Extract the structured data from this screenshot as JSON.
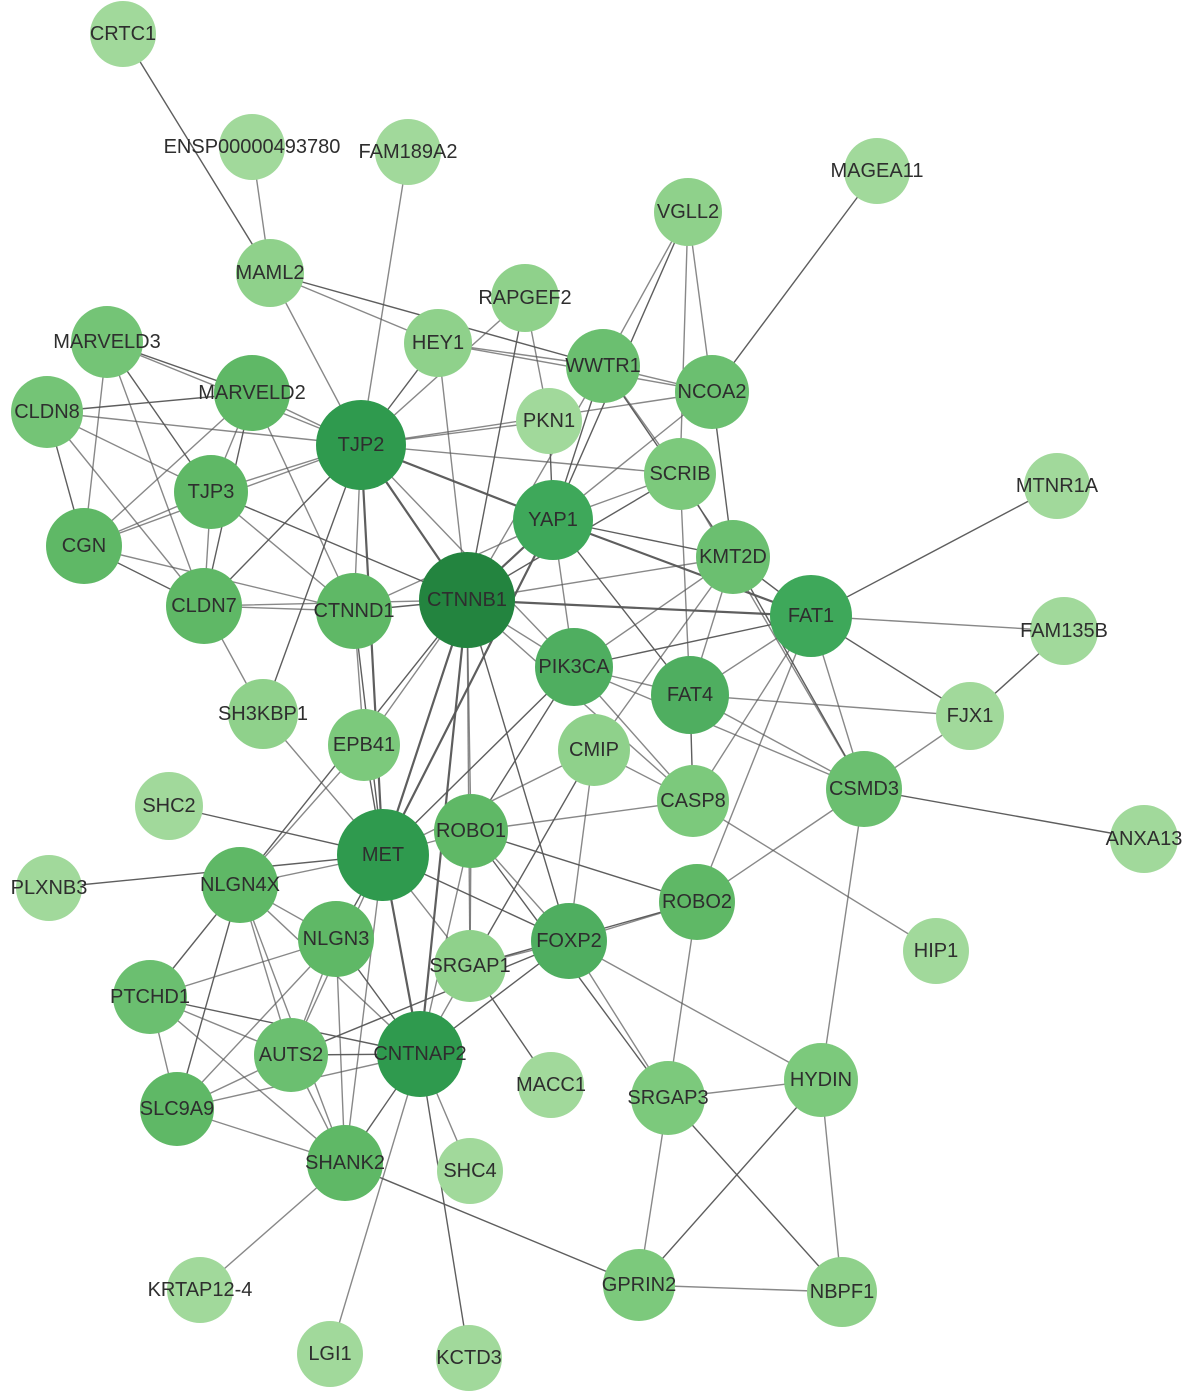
{
  "nodes": [
    {
      "id": "CRTC1",
      "label": "CRTC1",
      "color": "#a1d99b"
    },
    {
      "id": "ENSP00000493780",
      "label": "ENSP00000493780",
      "color": "#a1d99b"
    },
    {
      "id": "FAM189A2",
      "label": "FAM189A2",
      "color": "#a1d99b"
    },
    {
      "id": "MAGEA11",
      "label": "MAGEA11",
      "color": "#a1d99b"
    },
    {
      "id": "VGLL2",
      "label": "VGLL2",
      "color": "#8fd18b"
    },
    {
      "id": "MAML2",
      "label": "MAML2",
      "color": "#8fd18b"
    },
    {
      "id": "RAPGEF2",
      "label": "RAPGEF2",
      "color": "#8fd18b"
    },
    {
      "id": "MARVELD3",
      "label": "MARVELD3",
      "color": "#74c476"
    },
    {
      "id": "HEY1",
      "label": "HEY1",
      "color": "#8fd18b"
    },
    {
      "id": "WWTR1",
      "label": "WWTR1",
      "color": "#6bbf70"
    },
    {
      "id": "NCOA2",
      "label": "NCOA2",
      "color": "#6bbf70"
    },
    {
      "id": "MARVELD2",
      "label": "MARVELD2",
      "color": "#5fb866"
    },
    {
      "id": "CLDN8",
      "label": "CLDN8",
      "color": "#74c476"
    },
    {
      "id": "PKN1",
      "label": "PKN1",
      "color": "#a1d99b"
    },
    {
      "id": "TJP2",
      "label": "TJP2",
      "color": "#2f9a4e"
    },
    {
      "id": "SCRIB",
      "label": "SCRIB",
      "color": "#7cc97c"
    },
    {
      "id": "MTNR1A",
      "label": "MTNR1A",
      "color": "#a1d99b"
    },
    {
      "id": "TJP3",
      "label": "TJP3",
      "color": "#5fb866"
    },
    {
      "id": "YAP1",
      "label": "YAP1",
      "color": "#3ea85a"
    },
    {
      "id": "CGN",
      "label": "CGN",
      "color": "#5fb866"
    },
    {
      "id": "KMT2D",
      "label": "KMT2D",
      "color": "#6bbf70"
    },
    {
      "id": "CTNNB1",
      "label": "CTNNB1",
      "color": "#23843f"
    },
    {
      "id": "FAT1",
      "label": "FAT1",
      "color": "#3ea85a"
    },
    {
      "id": "FAM135B",
      "label": "FAM135B",
      "color": "#a1d99b"
    },
    {
      "id": "CLDN7",
      "label": "CLDN7",
      "color": "#5fb866"
    },
    {
      "id": "CTNND1",
      "label": "CTNND1",
      "color": "#5fb866"
    },
    {
      "id": "PIK3CA",
      "label": "PIK3CA",
      "color": "#4fae60"
    },
    {
      "id": "FAT4",
      "label": "FAT4",
      "color": "#4fae60"
    },
    {
      "id": "SH3KBP1",
      "label": "SH3KBP1",
      "color": "#8fd18b"
    },
    {
      "id": "FJX1",
      "label": "FJX1",
      "color": "#a1d99b"
    },
    {
      "id": "EPB41",
      "label": "EPB41",
      "color": "#7cc97c"
    },
    {
      "id": "CMIP",
      "label": "CMIP",
      "color": "#8fd18b"
    },
    {
      "id": "CSMD3",
      "label": "CSMD3",
      "color": "#6bbf70"
    },
    {
      "id": "SHC2",
      "label": "SHC2",
      "color": "#a1d99b"
    },
    {
      "id": "CASP8",
      "label": "CASP8",
      "color": "#7cc97c"
    },
    {
      "id": "ANXA13",
      "label": "ANXA13",
      "color": "#a1d99b"
    },
    {
      "id": "MET",
      "label": "MET",
      "color": "#2f9a4e"
    },
    {
      "id": "ROBO1",
      "label": "ROBO1",
      "color": "#5fb866"
    },
    {
      "id": "PLXNB3",
      "label": "PLXNB3",
      "color": "#a1d99b"
    },
    {
      "id": "NLGN4X",
      "label": "NLGN4X",
      "color": "#5fb866"
    },
    {
      "id": "ROBO2",
      "label": "ROBO2",
      "color": "#5fb866"
    },
    {
      "id": "FOXP2",
      "label": "FOXP2",
      "color": "#4fae60"
    },
    {
      "id": "NLGN3",
      "label": "NLGN3",
      "color": "#5fb866"
    },
    {
      "id": "SRGAP1",
      "label": "SRGAP1",
      "color": "#8fd18b"
    },
    {
      "id": "HIP1",
      "label": "HIP1",
      "color": "#a1d99b"
    },
    {
      "id": "PTCHD1",
      "label": "PTCHD1",
      "color": "#6bbf70"
    },
    {
      "id": "AUTS2",
      "label": "AUTS2",
      "color": "#6bbf70"
    },
    {
      "id": "CNTNAP2",
      "label": "CNTNAP2",
      "color": "#2f9a4e"
    },
    {
      "id": "MACC1",
      "label": "MACC1",
      "color": "#a1d99b"
    },
    {
      "id": "HYDIN",
      "label": "HYDIN",
      "color": "#7cc97c"
    },
    {
      "id": "SRGAP3",
      "label": "SRGAP3",
      "color": "#7cc97c"
    },
    {
      "id": "SLC9A9",
      "label": "SLC9A9",
      "color": "#5fb866"
    },
    {
      "id": "SHANK2",
      "label": "SHANK2",
      "color": "#5fb866"
    },
    {
      "id": "SHC4",
      "label": "SHC4",
      "color": "#a1d99b"
    },
    {
      "id": "KRTAP12-4",
      "label": "KRTAP12-4",
      "color": "#a1d99b"
    },
    {
      "id": "GPRIN2",
      "label": "GPRIN2",
      "color": "#7cc97c"
    },
    {
      "id": "NBPF1",
      "label": "NBPF1",
      "color": "#8fd18b"
    },
    {
      "id": "LGI1",
      "label": "LGI1",
      "color": "#a1d99b"
    },
    {
      "id": "KCTD3",
      "label": "KCTD3",
      "color": "#a1d99b"
    }
  ],
  "edges": [
    [
      "CRTC1",
      "MAML2"
    ],
    [
      "ENSP00000493780",
      "MAML2"
    ],
    [
      "FAM189A2",
      "TJP2"
    ],
    [
      "MAGEA11",
      "NCOA2"
    ],
    [
      "MAML2",
      "TJP2"
    ],
    [
      "MAML2",
      "HEY1"
    ],
    [
      "MAML2",
      "WWTR1"
    ],
    [
      "VGLL2",
      "WWTR1"
    ],
    [
      "VGLL2",
      "NCOA2"
    ],
    [
      "VGLL2",
      "YAP1"
    ],
    [
      "VGLL2",
      "SCRIB"
    ],
    [
      "RAPGEF2",
      "TJP2"
    ],
    [
      "RAPGEF2",
      "CTNNB1"
    ],
    [
      "RAPGEF2",
      "PKN1"
    ],
    [
      "HEY1",
      "WWTR1"
    ],
    [
      "HEY1",
      "TJP2"
    ],
    [
      "HEY1",
      "CTNNB1"
    ],
    [
      "HEY1",
      "NCOA2"
    ],
    [
      "WWTR1",
      "YAP1"
    ],
    [
      "WWTR1",
      "SCRIB"
    ],
    [
      "WWTR1",
      "CTNNB1"
    ],
    [
      "WWTR1",
      "KMT2D"
    ],
    [
      "WWTR1",
      "NCOA2"
    ],
    [
      "NCOA2",
      "TJP2"
    ],
    [
      "NCOA2",
      "KMT2D"
    ],
    [
      "NCOA2",
      "YAP1"
    ],
    [
      "MARVELD3",
      "TJP2"
    ],
    [
      "MARVELD3",
      "TJP3"
    ],
    [
      "MARVELD3",
      "CGN"
    ],
    [
      "MARVELD3",
      "CLDN7"
    ],
    [
      "MARVELD3",
      "MARVELD2"
    ],
    [
      "MARVELD2",
      "TJP2"
    ],
    [
      "MARVELD2",
      "TJP3"
    ],
    [
      "MARVELD2",
      "CLDN7"
    ],
    [
      "MARVELD2",
      "CTNND1"
    ],
    [
      "MARVELD2",
      "CGN"
    ],
    [
      "MARVELD2",
      "CLDN8"
    ],
    [
      "CLDN8",
      "TJP2"
    ],
    [
      "CLDN8",
      "TJP3"
    ],
    [
      "CLDN8",
      "CGN"
    ],
    [
      "CLDN8",
      "CLDN7"
    ],
    [
      "PKN1",
      "TJP2"
    ],
    [
      "PKN1",
      "YAP1"
    ],
    [
      "TJP2",
      "TJP3"
    ],
    [
      "TJP2",
      "CGN"
    ],
    [
      "TJP2",
      "CLDN7"
    ],
    [
      "TJP2",
      "CTNND1"
    ],
    [
      "TJP2",
      "CTNNB1"
    ],
    [
      "TJP2",
      "YAP1"
    ],
    [
      "TJP2",
      "SCRIB"
    ],
    [
      "TJP2",
      "PIK3CA"
    ],
    [
      "TJP2",
      "SH3KBP1"
    ],
    [
      "TJP2",
      "MET"
    ],
    [
      "SCRIB",
      "YAP1"
    ],
    [
      "SCRIB",
      "CTNNB1"
    ],
    [
      "SCRIB",
      "CSMD3"
    ],
    [
      "SCRIB",
      "FAT4"
    ],
    [
      "MTNR1A",
      "FAT1"
    ],
    [
      "TJP3",
      "CGN"
    ],
    [
      "TJP3",
      "CLDN7"
    ],
    [
      "TJP3",
      "CTNNB1"
    ],
    [
      "TJP3",
      "CTNND1"
    ],
    [
      "YAP1",
      "CTNNB1"
    ],
    [
      "YAP1",
      "KMT2D"
    ],
    [
      "YAP1",
      "FAT1"
    ],
    [
      "YAP1",
      "PIK3CA"
    ],
    [
      "YAP1",
      "FAT4"
    ],
    [
      "YAP1",
      "MET"
    ],
    [
      "YAP1",
      "CTNND1"
    ],
    [
      "CGN",
      "CLDN7"
    ],
    [
      "CGN",
      "CTNND1"
    ],
    [
      "KMT2D",
      "CTNNB1"
    ],
    [
      "KMT2D",
      "FAT1"
    ],
    [
      "KMT2D",
      "PIK3CA"
    ],
    [
      "KMT2D",
      "FAT4"
    ],
    [
      "KMT2D",
      "CSMD3"
    ],
    [
      "KMT2D",
      "CMIP"
    ],
    [
      "CTNNB1",
      "FAT1"
    ],
    [
      "CTNNB1",
      "CTNND1"
    ],
    [
      "CTNNB1",
      "CLDN7"
    ],
    [
      "CTNNB1",
      "PIK3CA"
    ],
    [
      "CTNNB1",
      "MET"
    ],
    [
      "CTNNB1",
      "EPB41"
    ],
    [
      "CTNNB1",
      "ROBO1"
    ],
    [
      "CTNNB1",
      "FOXP2"
    ],
    [
      "CTNNB1",
      "CASP8"
    ],
    [
      "CTNNB1",
      "SRGAP1"
    ],
    [
      "CTNNB1",
      "NLGN4X"
    ],
    [
      "CTNNB1",
      "CNTNAP2"
    ],
    [
      "FAT1",
      "FAM135B"
    ],
    [
      "FAT1",
      "FJX1"
    ],
    [
      "FAT1",
      "FAT4"
    ],
    [
      "FAT1",
      "CSMD3"
    ],
    [
      "FAT1",
      "PIK3CA"
    ],
    [
      "FAT1",
      "CASP8"
    ],
    [
      "FAT1",
      "ROBO2"
    ],
    [
      "FAM135B",
      "FJX1"
    ],
    [
      "CLDN7",
      "CTNND1"
    ],
    [
      "CLDN7",
      "SH3KBP1"
    ],
    [
      "CTNND1",
      "MET"
    ],
    [
      "CTNND1",
      "EPB41"
    ],
    [
      "PIK3CA",
      "FAT4"
    ],
    [
      "PIK3CA",
      "MET"
    ],
    [
      "PIK3CA",
      "CASP8"
    ],
    [
      "PIK3CA",
      "CSMD3"
    ],
    [
      "PIK3CA",
      "ROBO1"
    ],
    [
      "FAT4",
      "FJX1"
    ],
    [
      "FAT4",
      "CSMD3"
    ],
    [
      "FAT4",
      "CASP8"
    ],
    [
      "SH3KBP1",
      "MET"
    ],
    [
      "FJX1",
      "CSMD3"
    ],
    [
      "EPB41",
      "MET"
    ],
    [
      "EPB41",
      "NLGN4X"
    ],
    [
      "CMIP",
      "FOXP2"
    ],
    [
      "CMIP",
      "SRGAP1"
    ],
    [
      "CMIP",
      "CASP8"
    ],
    [
      "CMIP",
      "MET"
    ],
    [
      "CSMD3",
      "ANXA13"
    ],
    [
      "CSMD3",
      "ROBO2"
    ],
    [
      "CSMD3",
      "HYDIN"
    ],
    [
      "SHC2",
      "MET"
    ],
    [
      "CASP8",
      "HIP1"
    ],
    [
      "CASP8",
      "ROBO1"
    ],
    [
      "MET",
      "PLXNB3"
    ],
    [
      "MET",
      "ROBO1"
    ],
    [
      "MET",
      "NLGN4X"
    ],
    [
      "MET",
      "NLGN3"
    ],
    [
      "MET",
      "CNTNAP2"
    ],
    [
      "MET",
      "SHANK2"
    ],
    [
      "MET",
      "FOXP2"
    ],
    [
      "MET",
      "SRGAP1"
    ],
    [
      "MET",
      "AUTS2"
    ],
    [
      "ROBO1",
      "ROBO2"
    ],
    [
      "ROBO1",
      "FOXP2"
    ],
    [
      "ROBO1",
      "SRGAP1"
    ],
    [
      "ROBO1",
      "SRGAP3"
    ],
    [
      "ROBO1",
      "CNTNAP2"
    ],
    [
      "NLGN4X",
      "NLGN3"
    ],
    [
      "NLGN4X",
      "PTCHD1"
    ],
    [
      "NLGN4X",
      "AUTS2"
    ],
    [
      "NLGN4X",
      "CNTNAP2"
    ],
    [
      "NLGN4X",
      "SLC9A9"
    ],
    [
      "NLGN4X",
      "SHANK2"
    ],
    [
      "ROBO2",
      "FOXP2"
    ],
    [
      "ROBO2",
      "SRGAP1"
    ],
    [
      "ROBO2",
      "SRGAP3"
    ],
    [
      "FOXP2",
      "SRGAP1"
    ],
    [
      "FOXP2",
      "CNTNAP2"
    ],
    [
      "FOXP2",
      "SRGAP3"
    ],
    [
      "FOXP2",
      "HYDIN"
    ],
    [
      "FOXP2",
      "AUTS2"
    ],
    [
      "NLGN3",
      "PTCHD1"
    ],
    [
      "NLGN3",
      "AUTS2"
    ],
    [
      "NLGN3",
      "CNTNAP2"
    ],
    [
      "NLGN3",
      "SHANK2"
    ],
    [
      "NLGN3",
      "SLC9A9"
    ],
    [
      "SRGAP1",
      "MACC1"
    ],
    [
      "SRGAP1",
      "CNTNAP2"
    ],
    [
      "PTCHD1",
      "AUTS2"
    ],
    [
      "PTCHD1",
      "CNTNAP2"
    ],
    [
      "PTCHD1",
      "SLC9A9"
    ],
    [
      "PTCHD1",
      "SHANK2"
    ],
    [
      "AUTS2",
      "CNTNAP2"
    ],
    [
      "AUTS2",
      "SLC9A9"
    ],
    [
      "AUTS2",
      "SHANK2"
    ],
    [
      "CNTNAP2",
      "SHANK2"
    ],
    [
      "CNTNAP2",
      "SHC4"
    ],
    [
      "CNTNAP2",
      "LGI1"
    ],
    [
      "CNTNAP2",
      "KCTD3"
    ],
    [
      "CNTNAP2",
      "SLC9A9"
    ],
    [
      "HYDIN",
      "SRGAP3"
    ],
    [
      "HYDIN",
      "GPRIN2"
    ],
    [
      "HYDIN",
      "NBPF1"
    ],
    [
      "SRGAP3",
      "GPRIN2"
    ],
    [
      "SRGAP3",
      "NBPF1"
    ],
    [
      "SLC9A9",
      "SHANK2"
    ],
    [
      "SHANK2",
      "KRTAP12-4"
    ],
    [
      "SHANK2",
      "GPRIN2"
    ],
    [
      "GPRIN2",
      "NBPF1"
    ]
  ],
  "edge_color": "#555555",
  "label_color": "#2e2e2e"
}
